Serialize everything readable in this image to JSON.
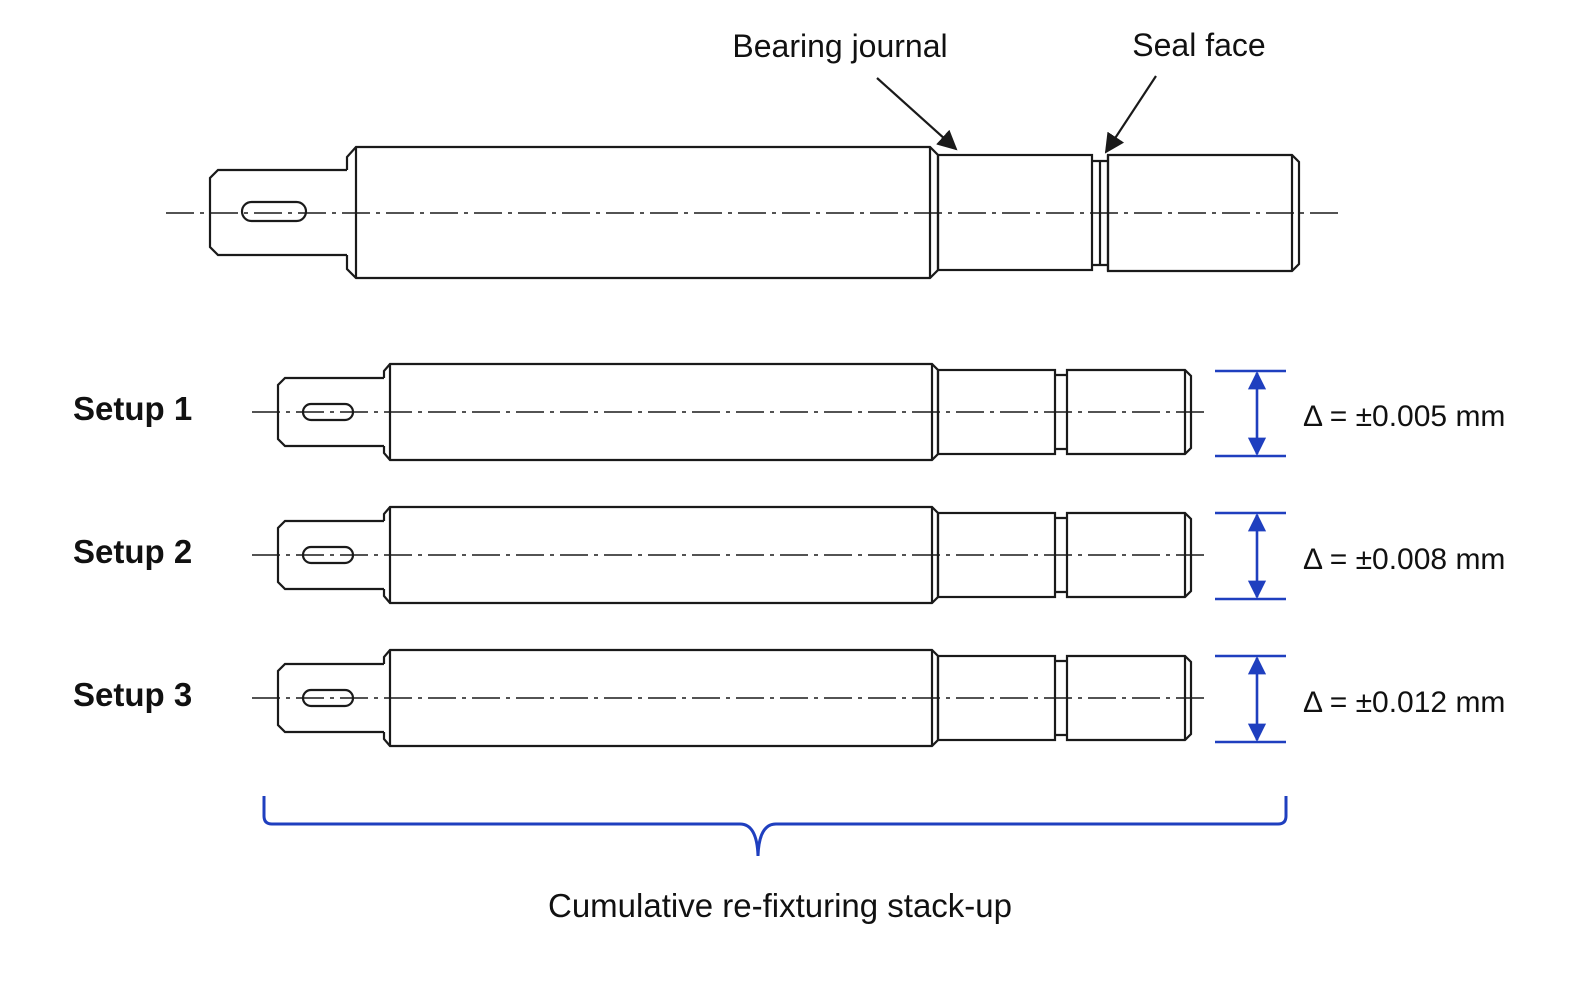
{
  "callouts": {
    "bearing_journal": "Bearing journal",
    "seal_face": "Seal face"
  },
  "setups": [
    {
      "label": "Setup 1",
      "delta": "Δ = ±0.005 mm"
    },
    {
      "label": "Setup 2",
      "delta": "Δ = ±0.008 mm"
    },
    {
      "label": "Setup 3",
      "delta": "Δ = ±0.012 mm"
    }
  ],
  "caption": "Cumulative re-fixturing stack-up",
  "colors": {
    "line": "#1a1a1a",
    "accent": "#1f3fbf"
  }
}
